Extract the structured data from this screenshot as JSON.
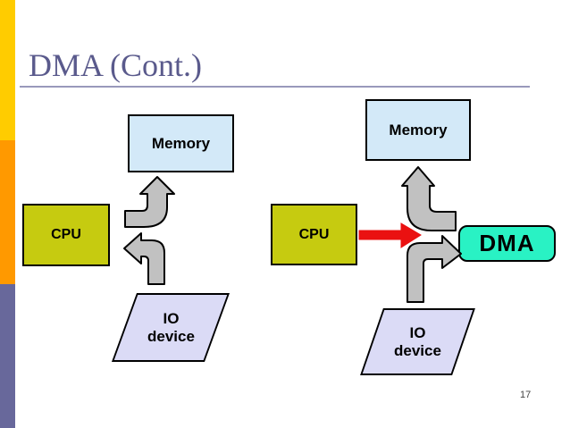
{
  "slide": {
    "title": "DMA (Cont.)",
    "page_number": "17"
  },
  "diagram_left": {
    "memory_label": "Memory",
    "cpu_label": "CPU",
    "io_label_line1": "IO",
    "io_label_line2": "device"
  },
  "diagram_right": {
    "memory_label": "Memory",
    "cpu_label": "CPU",
    "dma_label": "DMA",
    "io_label_line1": "IO",
    "io_label_line2": "device"
  },
  "colors": {
    "title_color": "#5A5A8C",
    "rule_color": "#9999BB",
    "bar_yellow": "#FFCC00",
    "bar_orange": "#FF9900",
    "bar_purple": "#68689B",
    "memory_fill": "#D3E9F8",
    "cpu_fill": "#C6CB10",
    "io_fill": "#DBDBF6",
    "dma_fill": "#29F2C4",
    "arrow_gray": "#C1C1C1",
    "arrow_red": "#EA1111",
    "pagenum_color": "#444444"
  }
}
